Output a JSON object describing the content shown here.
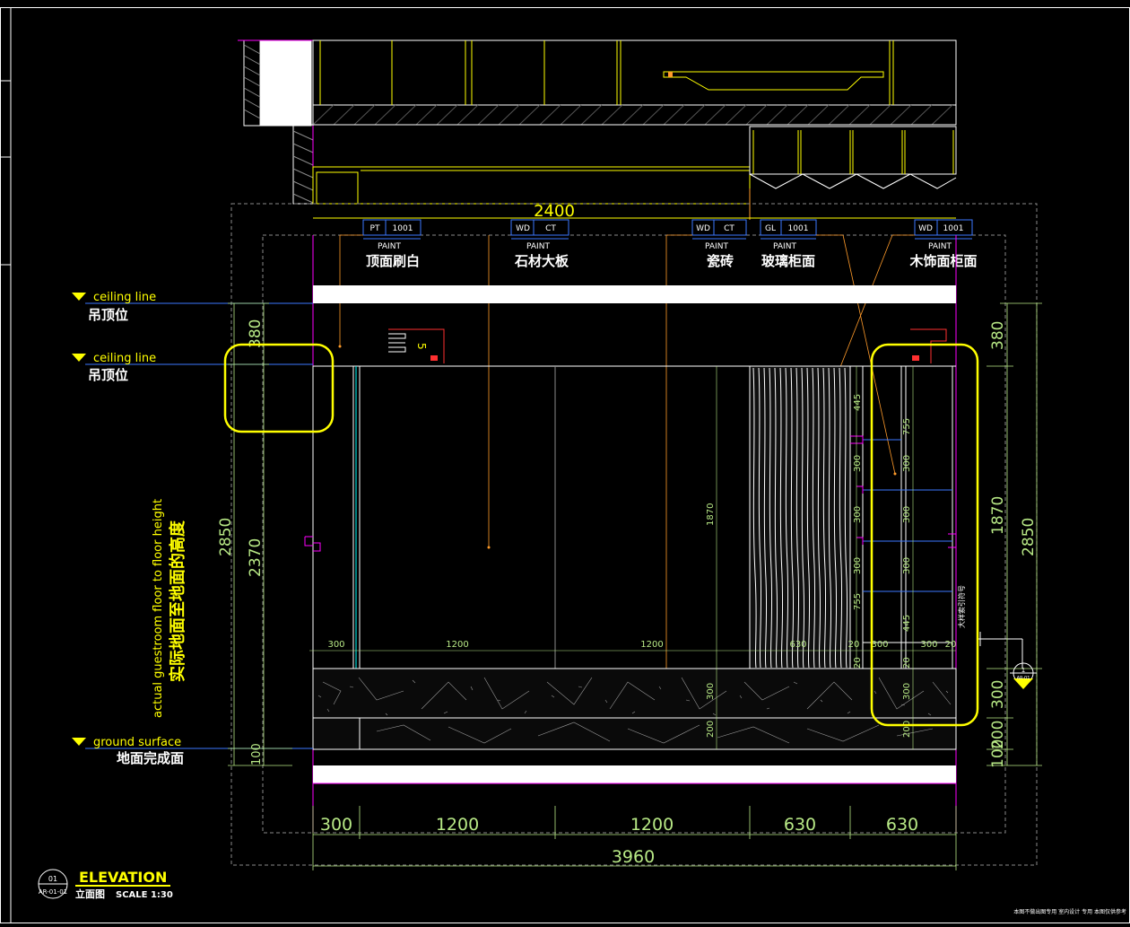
{
  "colors": {
    "background": "#000000",
    "yellow": "#ffff00",
    "white": "#ffffff",
    "magenta": "#ff00ff",
    "cyan": "#00ffff",
    "green": "#b8e986",
    "blue": "#3c78ff",
    "orange": "#ff9b2a",
    "red": "#ff3030",
    "grey": "#8a8a8a"
  },
  "top_dimension": "2400",
  "tags": [
    {
      "left": "PT",
      "right": "1001",
      "kind": "PAINT",
      "name": "顶面刷白"
    },
    {
      "left": "WD",
      "right": "CT",
      "kind": "PAINT",
      "name": "石材大板"
    },
    {
      "left": "WD",
      "right": "CT",
      "kind": "PAINT",
      "name": "瓷砖"
    },
    {
      "left": "GL",
      "right": "1001",
      "kind": "PAINT",
      "name": "玻璃柜面"
    },
    {
      "left": "WD",
      "right": "1001",
      "kind": "PAINT",
      "name": "木饰面柜面"
    }
  ],
  "levels": {
    "ceiling1_en": "ceiling line",
    "ceiling1_cn": "吊顶位",
    "ceiling2_en": "ceiling line",
    "ceiling2_cn": "吊顶位",
    "ground_en": "ground surface",
    "ground_cn": "地面完成面"
  },
  "vertical_note_en": "actual guestroom floor to floor height",
  "vertical_note_cn": "实际地面至地面的高度",
  "left_dims": {
    "d380": "380",
    "d2850": "2850",
    "d2370": "2370",
    "d100": "100"
  },
  "right_dims": {
    "d380": "380",
    "d1870": "1870",
    "d2850": "2850",
    "d300": "300",
    "d200": "200",
    "d100": "100"
  },
  "inner_dims": {
    "row": [
      "300",
      "1200",
      "1200",
      "630",
      "20",
      "300",
      "300",
      "20"
    ],
    "mid_1870": "1870",
    "mid_300": "300",
    "mid_200": "200",
    "cab_300": "300",
    "cab_200": "200",
    "shelf": [
      "445",
      "300",
      "300",
      "300",
      "755",
      "20"
    ],
    "shelf_right": [
      "755",
      "300",
      "300",
      "300",
      "445",
      "20"
    ]
  },
  "bottom_dims": [
    "300",
    "1200",
    "1200",
    "630",
    "630"
  ],
  "total_width": "3960",
  "elevation_label": "ELEVATION",
  "elevation_cn": "立面图",
  "scale_label": "SCALE  1:30",
  "callout_top": "01",
  "callout_bottom": "AR-01-01",
  "section_marker_top": "1",
  "section_marker_bottom": "AR-01",
  "stair_label": "5",
  "cabinet_vertical_text": "大样索引符号",
  "footnote": "本图不做出图专用 室内设计 专用 本图仅供参考"
}
